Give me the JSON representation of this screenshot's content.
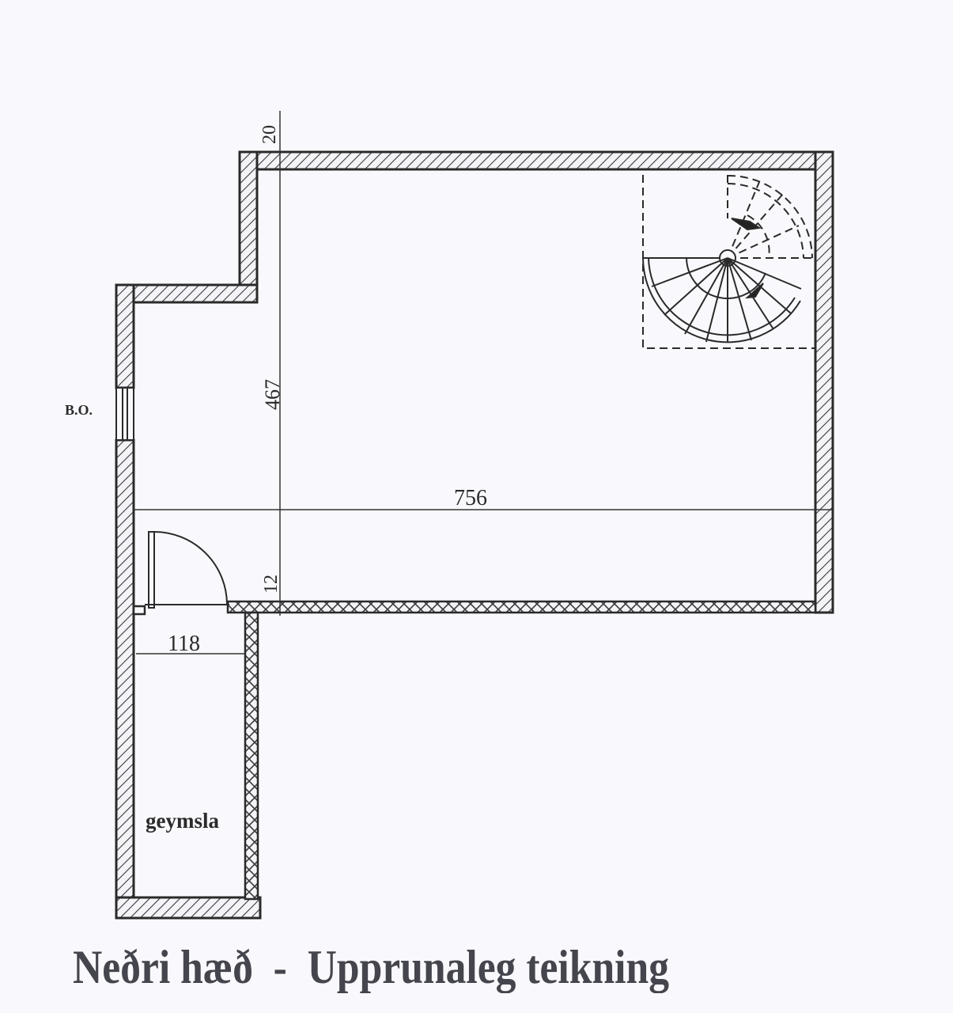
{
  "drawing": {
    "title": "Neðri hæð  -  Upprunaleg teikning",
    "labels": {
      "window": "B.O.",
      "storage_room": "geymsla"
    },
    "dimensions": {
      "wall_top": "20",
      "height": "467",
      "width": "756",
      "wall_bottom": "12",
      "storage_width": "118"
    },
    "colors": {
      "background": "#f9f9fd",
      "line": "#2f2f2f",
      "title": "#45454d"
    }
  }
}
